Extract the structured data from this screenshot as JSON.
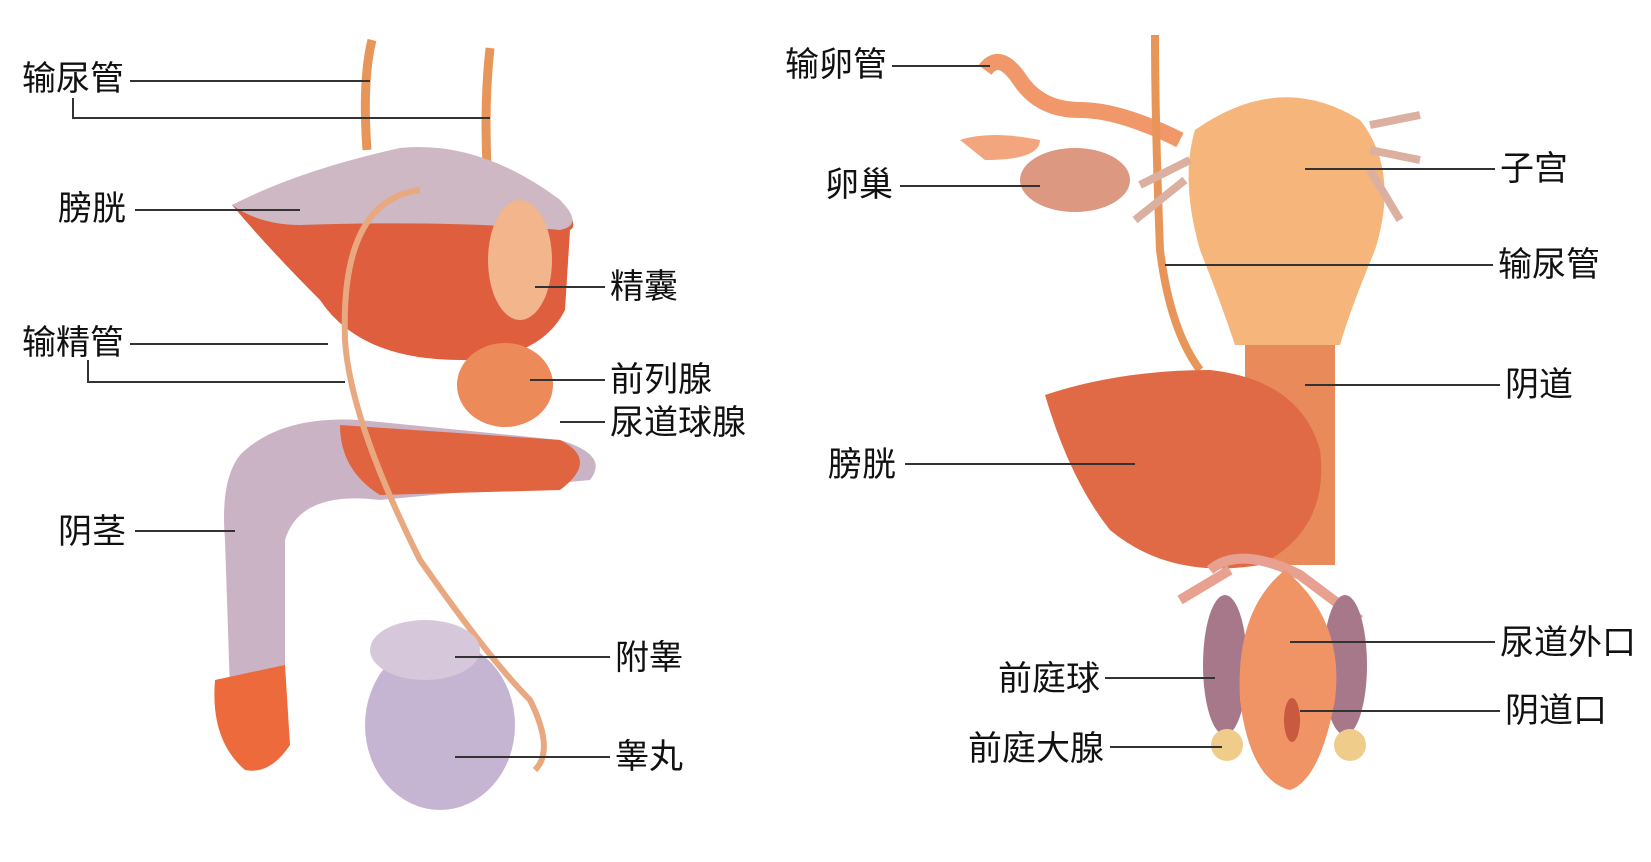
{
  "figure": {
    "male": {
      "labels": {
        "ureter": "输尿管",
        "bladder": "膀胱",
        "seminal_vesicle": "精囊",
        "vas_deferens": "输精管",
        "prostate": "前列腺",
        "bulbourethral_gland": "尿道球腺",
        "penis": "阴茎",
        "epididymis": "附睾",
        "testis": "睾丸"
      }
    },
    "female": {
      "labels": {
        "fallopian_tube": "输卵管",
        "ovary": "卵巢",
        "uterus": "子宫",
        "ureter": "输尿管",
        "vagina": "阴道",
        "bladder": "膀胱",
        "urethral_orifice": "尿道外口",
        "vestibular_bulb": "前庭球",
        "vaginal_orifice": "阴道口",
        "greater_vestibular_gland": "前庭大腺"
      }
    },
    "colors": {
      "muscle": "#e0603e",
      "muscle_dark": "#c2452b",
      "tube": "#f2a86a",
      "pale_tissue": "#c9b8cc",
      "uterus": "#f6b57a",
      "glans": "#ec6a3c"
    }
  }
}
